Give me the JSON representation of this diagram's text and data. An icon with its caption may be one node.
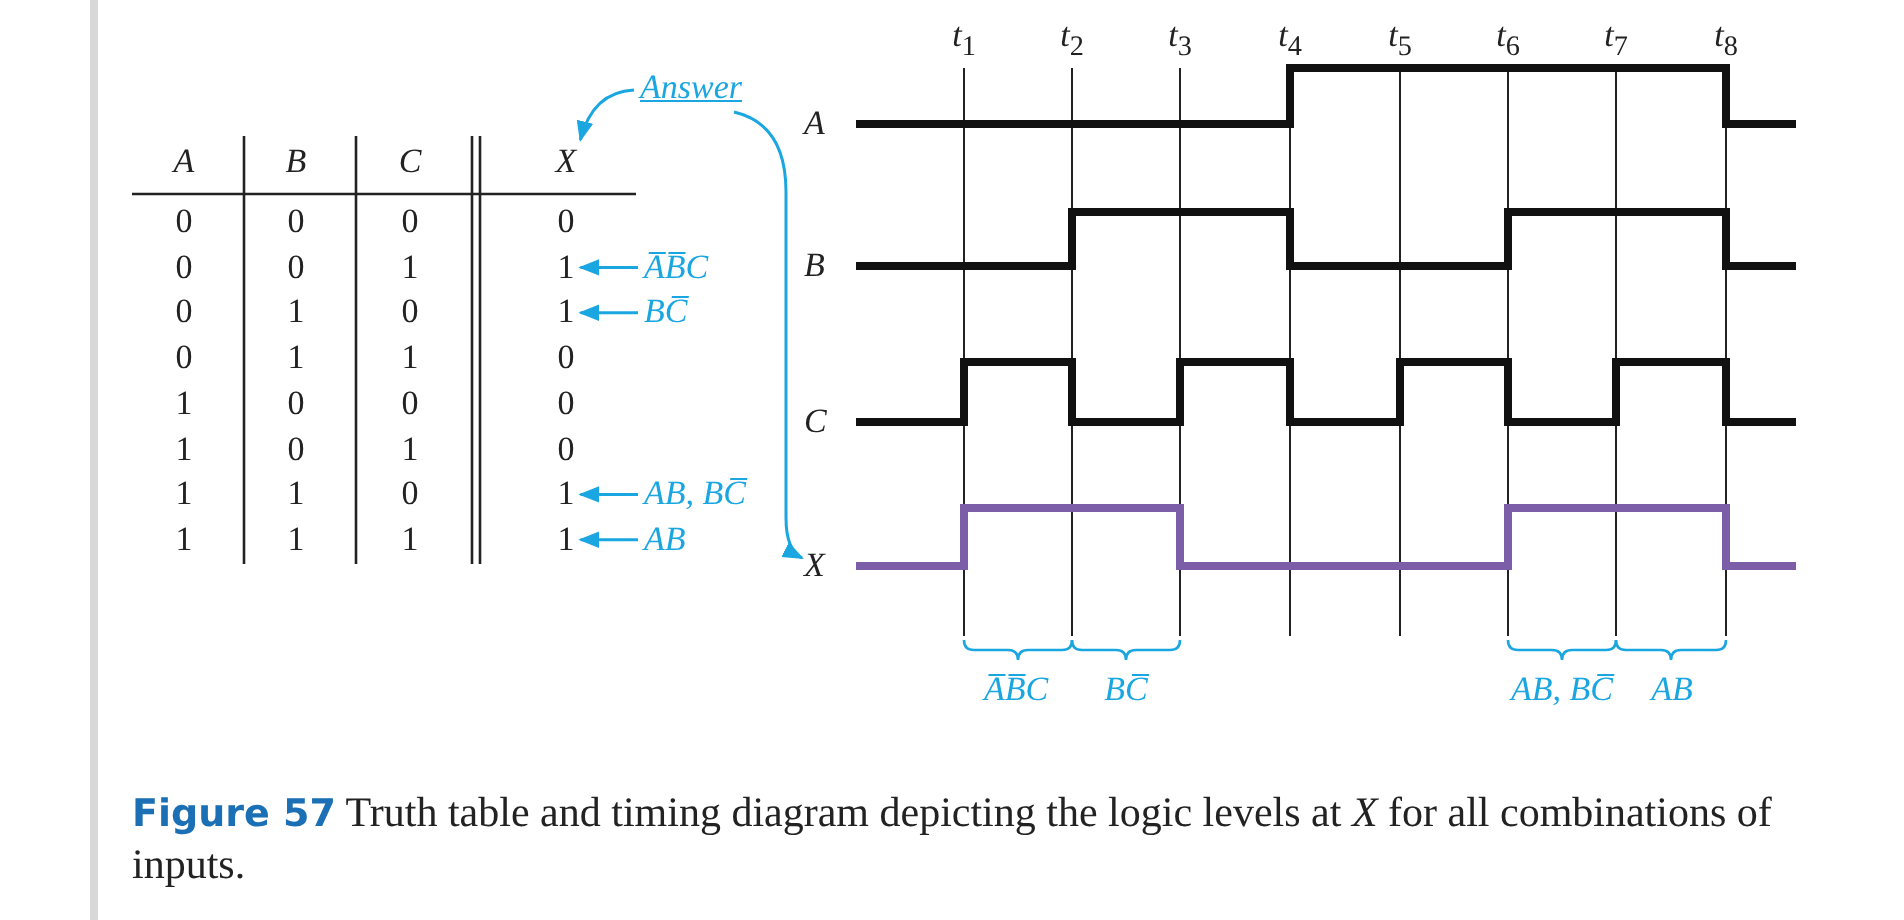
{
  "diagram": {
    "caption": "**Figure 57**  Truth table and timing diagram depicting the logic levels at *X* for all combinations of inputs.",
    "nodes": [
      {
        "text": [
          "Answer"
        ]
      },
      {
        "text": [
          "X"
        ]
      },
      {
        "text": [
          "1"
        ]
      },
      {
        "text": [
          "1"
        ]
      },
      {
        "text": [
          "1"
        ]
      },
      {
        "text": [
          "1"
        ]
      },
      {
        "text": [
          "X"
        ]
      },
      {
        "text": [
          "A̅B̅C"
        ]
      },
      {
        "text": [
          "BC̅"
        ]
      },
      {
        "text": [
          "AB, BC̅"
        ]
      },
      {
        "text": [
          "AB"
        ]
      }
    ],
    "edges": [
      {
        "from": 0,
        "to": 1,
        "arrow": "to"
      },
      {
        "from": 0,
        "to": 6,
        "arrow": "to"
      },
      {
        "from": 7,
        "to": 2,
        "arrow": "to"
      },
      {
        "from": 8,
        "to": 3,
        "arrow": "to"
      },
      {
        "from": 9,
        "to": 4,
        "arrow": "to"
      },
      {
        "from": 10,
        "to": 5,
        "arrow": "to"
      }
    ],
    "labels": [
      "*t*$_{1}$",
      "*t*$_{2}$",
      "*t*$_{3}$",
      "*t*$_{4}$",
      "*t*$_{5}$",
      "*t*$_{6}$",
      "*t*$_{7}$",
      "*t*$_{8}$",
      "A",
      "B",
      "C",
      "0",
      "0",
      "0",
      "0",
      "0",
      "0",
      "1",
      "0",
      "1",
      "0",
      "0",
      "1",
      "1",
      "0",
      "1",
      "0",
      "0",
      "0",
      "1",
      "0",
      "1",
      "0",
      "1",
      "1",
      "0",
      "1",
      "1",
      "1",
      "A",
      "B",
      "C",
      "A̅B̅C",
      "BC̅",
      "AB, BC̅",
      "AB"
    ]
  }
}
